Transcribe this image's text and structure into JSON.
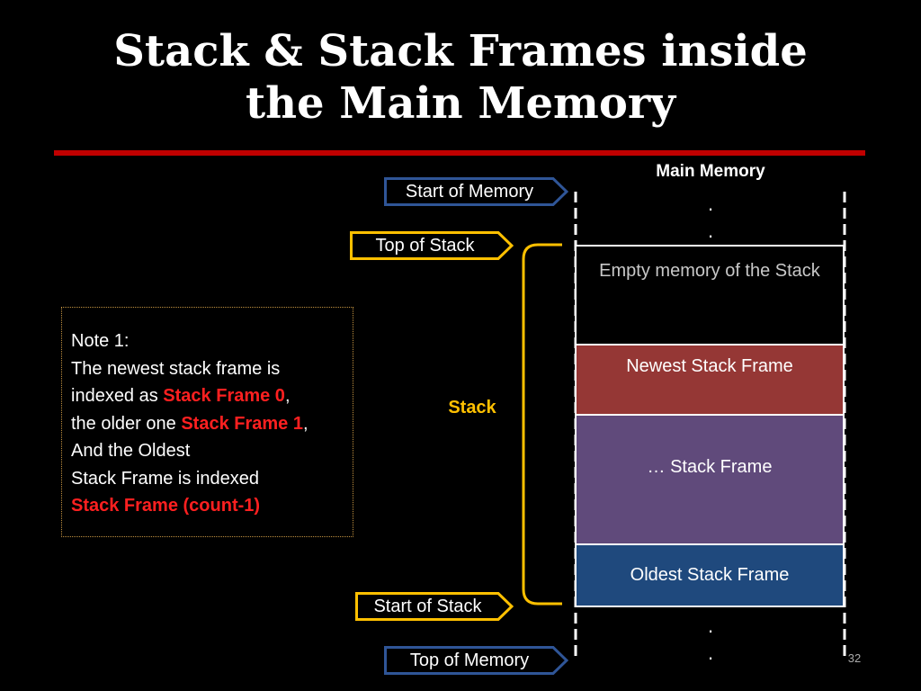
{
  "title": {
    "line1": "Stack & Stack Frames inside",
    "line2": "the Main Memory"
  },
  "main_memory_label": "Main Memory",
  "dot": ".",
  "pointers": {
    "start_of_memory": "Start of Memory",
    "top_of_stack": "Top of Stack",
    "start_of_stack": "Start of Stack",
    "top_of_memory": "Top of Memory"
  },
  "stack_label": "Stack",
  "memory_blocks": {
    "empty": "Empty memory of the Stack",
    "newest": "Newest Stack Frame",
    "middle": "… Stack Frame",
    "oldest": "Oldest Stack Frame"
  },
  "note": {
    "l1": "Note 1:",
    "l2": "The newest stack frame is",
    "l3a": "indexed as ",
    "l3b": "Stack Frame 0",
    "l3c": ",",
    "l4a": "the older one ",
    "l4b": "Stack Frame 1",
    "l4c": ",",
    "l5": "And the Oldest",
    "l6": "Stack Frame is indexed",
    "l7": "Stack Frame (count-1)"
  },
  "page_number": "32",
  "colors": {
    "title_rule": "#c00000",
    "blue_tag": "#2f5597",
    "orange_tag": "#ffc000",
    "empty_block": "#000000",
    "newest_block": "#953735",
    "middle_block": "#604a7b",
    "oldest_block": "#1f497d",
    "red_text": "#ff2020"
  }
}
